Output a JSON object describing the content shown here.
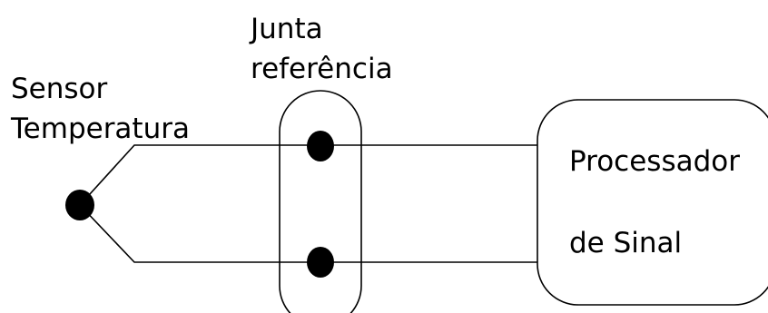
{
  "labels": {
    "sensor_line1": "Sensor",
    "sensor_line2": "Temperatura",
    "junction_line1": "Junta",
    "junction_line2": "referência",
    "processor_line1": "Processador",
    "processor_line2": "de Sinal"
  },
  "colors": {
    "stroke": "#000000",
    "background": "#ffffff"
  }
}
